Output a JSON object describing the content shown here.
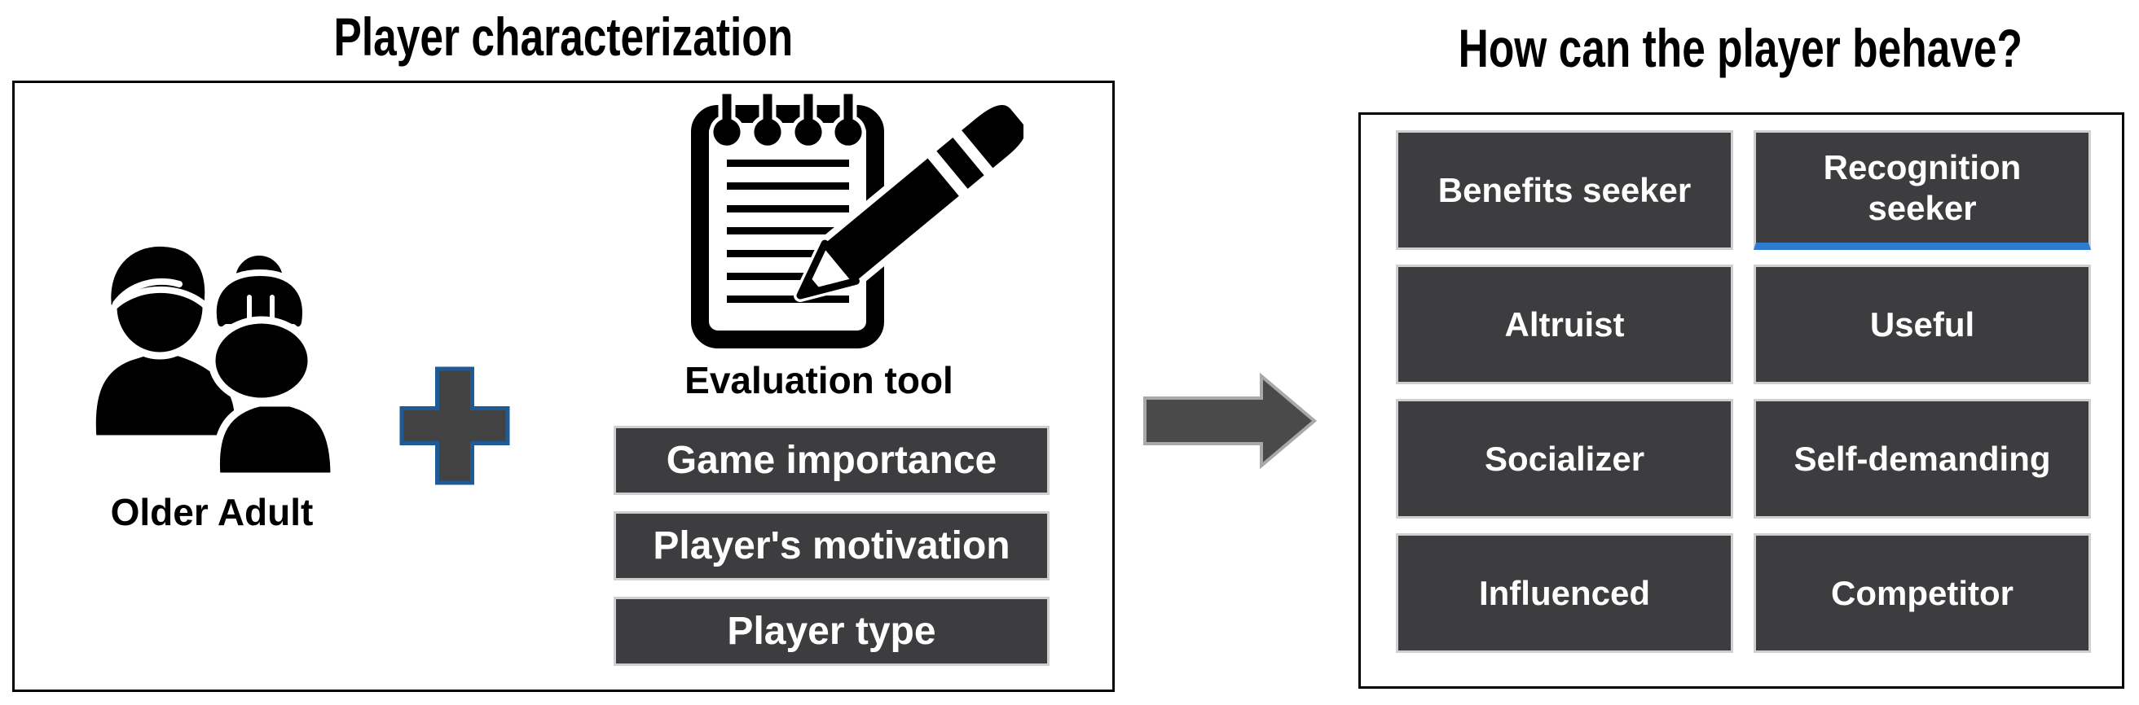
{
  "figure": {
    "left_panel": {
      "title": "Player characterization",
      "older_adult": {
        "label": "Older Adult",
        "icon": "older-adults-couple-icon"
      },
      "plus_icon": "plus-icon",
      "evaluation_tool": {
        "label": "Evaluation tool",
        "icon": "notepad-pencil-icon"
      },
      "evaluation_items": [
        {
          "label": "Game importance"
        },
        {
          "label": "Player's motivation"
        },
        {
          "label": "Player type"
        }
      ]
    },
    "arrow_icon": "arrow-right-icon",
    "right_panel": {
      "title": "How can the player behave?",
      "behaviors": [
        {
          "label": "Benefits seeker",
          "highlighted": false
        },
        {
          "label": "Recognition seeker",
          "highlighted": true
        },
        {
          "label": "Altruist",
          "highlighted": false
        },
        {
          "label": "Useful",
          "highlighted": false
        },
        {
          "label": "Socializer",
          "highlighted": false
        },
        {
          "label": "Self-demanding",
          "highlighted": false
        },
        {
          "label": "Influenced",
          "highlighted": false
        },
        {
          "label": "Competitor",
          "highlighted": false
        }
      ]
    },
    "colors": {
      "box_fill": "#3d3d3f",
      "box_border": "#cfcfcf",
      "highlight_underline": "#2e7cd1",
      "plus_fill": "#424242",
      "plus_border": "#1e5a96",
      "arrow_fill": "#4a4a4a",
      "arrow_border": "#a8a8a8",
      "icon_black": "#000000",
      "text_on_dark": "#ffffff"
    }
  }
}
